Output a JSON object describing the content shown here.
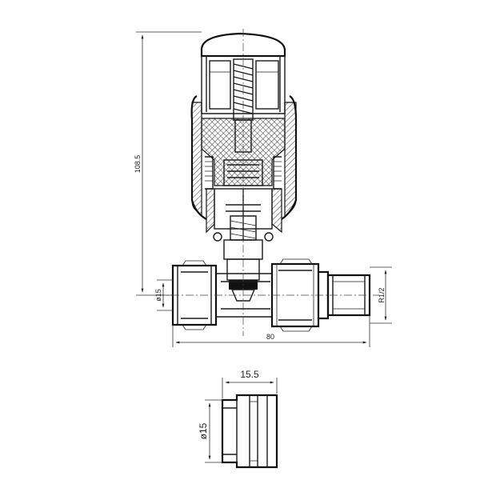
{
  "dimensions": {
    "height": "108.5",
    "length": "80",
    "pipe_diameter": "ø15",
    "thread": "R1/2",
    "adaptor_length": "15.5",
    "adaptor_diameter": "ø15"
  }
}
